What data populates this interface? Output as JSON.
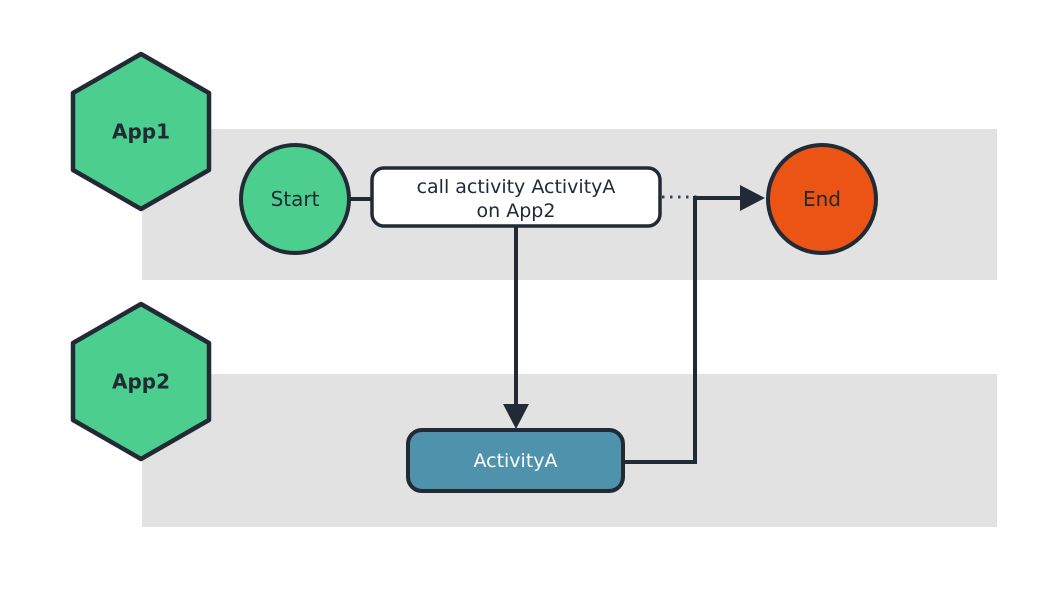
{
  "colors": {
    "lane_fill": "#e2e2e2",
    "node_green": "#4bce8e",
    "node_orange": "#eb5414",
    "node_blue": "#4e92ac",
    "call_activity_fill": "#ffffff",
    "outline_dark": "#212a35",
    "connector_dark": "#212a35",
    "dotted_link": "#3a4556",
    "text_dark": "#212a35",
    "text_light": "#ffffff"
  },
  "lanes": [
    {
      "label": "App1"
    },
    {
      "label": "App2"
    }
  ],
  "nodes": {
    "start": {
      "label": "Start"
    },
    "call_activity": {
      "label_line1": "call activity ActivityA",
      "label_line2": "on App2"
    },
    "end": {
      "label": "End"
    },
    "activity_a": {
      "label": "ActivityA"
    }
  }
}
